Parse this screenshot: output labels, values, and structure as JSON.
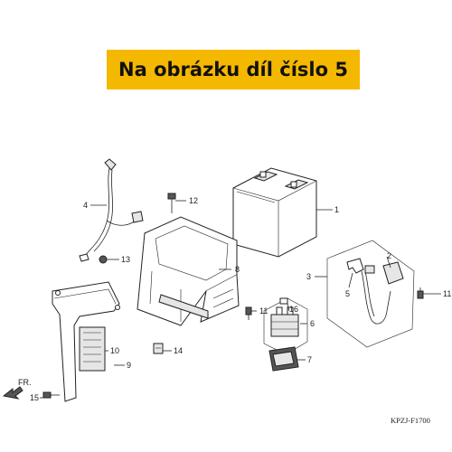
{
  "banner": {
    "text": "Na obrázku díl číslo 5",
    "color": "#f5b800"
  },
  "diagram_code": "KPZJ-F1700",
  "front_marker": "FR.",
  "callouts": [
    {
      "id": "1",
      "label": "1"
    },
    {
      "id": "2",
      "label": "2"
    },
    {
      "id": "3",
      "label": "3"
    },
    {
      "id": "4",
      "label": "4"
    },
    {
      "id": "5",
      "label": "5"
    },
    {
      "id": "6",
      "label": "6"
    },
    {
      "id": "7",
      "label": "7"
    },
    {
      "id": "8",
      "label": "8"
    },
    {
      "id": "9",
      "label": "9"
    },
    {
      "id": "10",
      "label": "10"
    },
    {
      "id": "11a",
      "label": "11"
    },
    {
      "id": "11b",
      "label": "11"
    },
    {
      "id": "12",
      "label": "12"
    },
    {
      "id": "13",
      "label": "13"
    },
    {
      "id": "14",
      "label": "14"
    },
    {
      "id": "15",
      "label": "15"
    },
    {
      "id": "16",
      "label": "16"
    }
  ]
}
